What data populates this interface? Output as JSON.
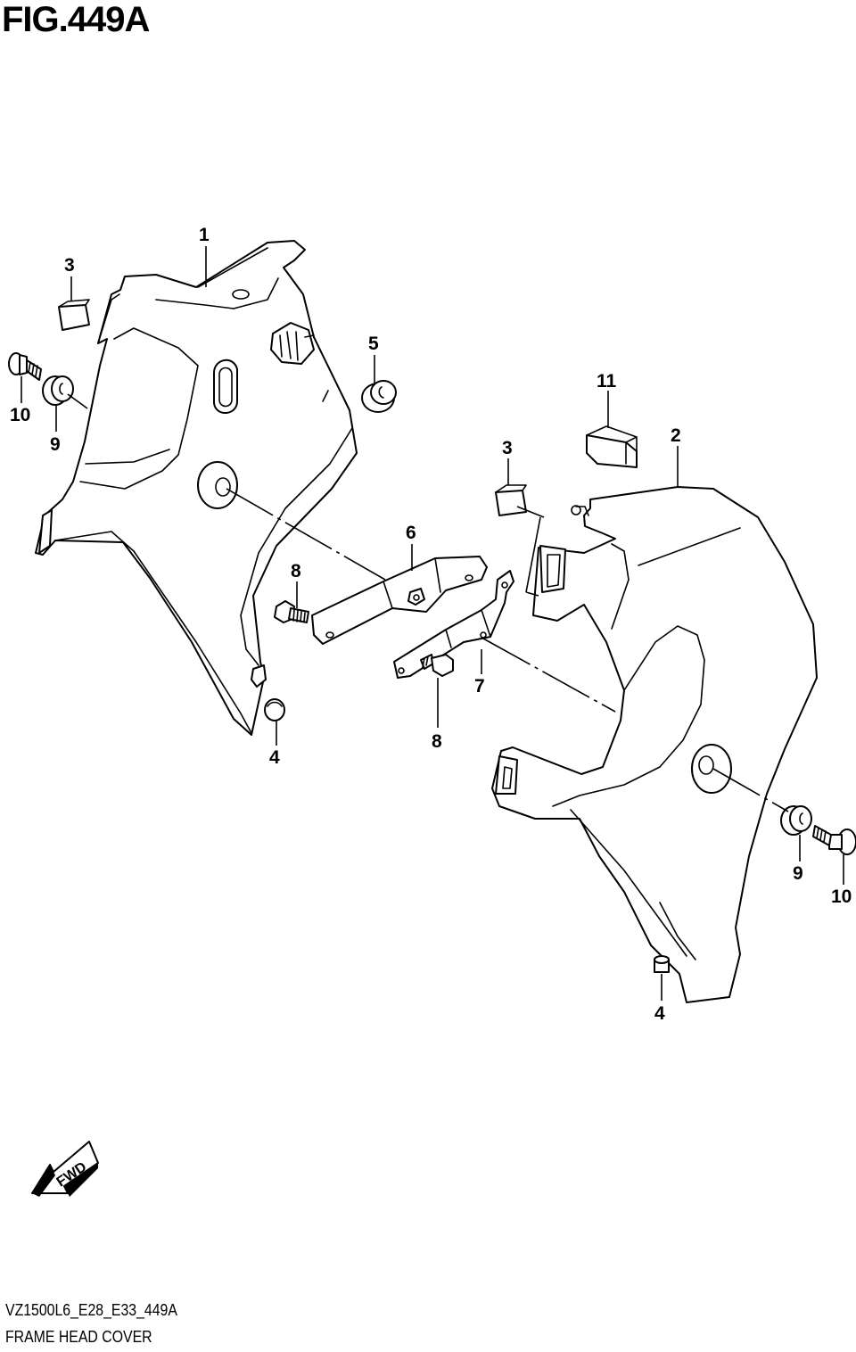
{
  "figure": {
    "title": "FIG.449A",
    "model_code": "VZ1500L6_E28_E33_449A",
    "caption": "FRAME HEAD COVER"
  },
  "direction_indicator": {
    "label": "FWD",
    "icon": "fwd-arrow-icon"
  },
  "callouts": {
    "c1": "1",
    "c2": "2",
    "c3a": "3",
    "c3b": "3",
    "c4a": "4",
    "c4b": "4",
    "c5": "5",
    "c6": "6",
    "c7": "7",
    "c8a": "8",
    "c8b": "8",
    "c9a": "9",
    "c9b": "9",
    "c10a": "10",
    "c10b": "10",
    "c11": "11"
  }
}
